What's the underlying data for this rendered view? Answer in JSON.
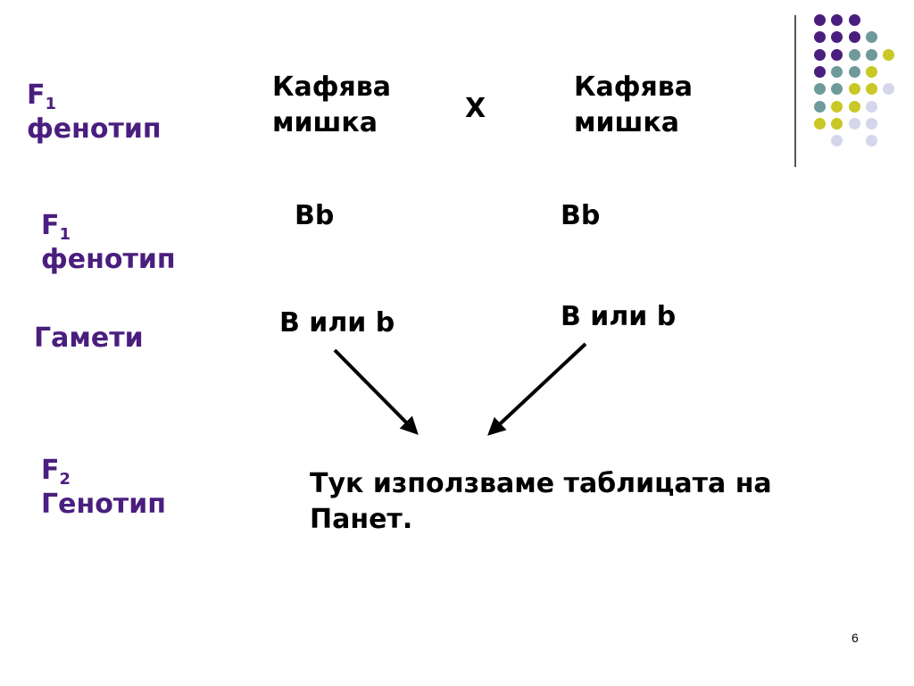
{
  "colors": {
    "label": "#4a1e7e",
    "text": "#000000",
    "dot_purple": "#4a1e7e",
    "dot_teal": "#6f9a9a",
    "dot_olive": "#c8c826",
    "dot_lavender": "#d6d6ea"
  },
  "row1": {
    "label_letter": "F",
    "label_sub": "1",
    "label_word": "фенотип",
    "left_line1": "Кафява",
    "left_line2": "мишка",
    "cross": "X",
    "right_line1": "Кафява",
    "right_line2": "мишка"
  },
  "row2": {
    "label_letter": "F",
    "label_sub": "1",
    "label_word": "фенотип",
    "left": "Bb",
    "right": "Bb"
  },
  "row3": {
    "label": "Гамети",
    "left": "B или b",
    "right": "B или b"
  },
  "row4": {
    "label_letter": "F",
    "label_sub": "2",
    "label_word": "Генотип",
    "text_line1": "Тук използваме таблицата на",
    "text_line2": "Панет."
  },
  "page_number": "6",
  "decoration": {
    "dots": [
      [
        "purple",
        "purple",
        "purple",
        "none",
        "none"
      ],
      [
        "purple",
        "purple",
        "purple",
        "teal",
        "none"
      ],
      [
        "purple",
        "purple",
        "teal",
        "teal",
        "olive"
      ],
      [
        "purple",
        "teal",
        "teal",
        "olive",
        "none"
      ],
      [
        "teal",
        "teal",
        "olive",
        "olive",
        "lavender"
      ],
      [
        "teal",
        "olive",
        "olive",
        "lavender",
        "none"
      ],
      [
        "olive",
        "olive",
        "lavender",
        "lavender",
        "none"
      ],
      [
        "none",
        "lavender",
        "none",
        "lavender",
        "none"
      ]
    ]
  }
}
